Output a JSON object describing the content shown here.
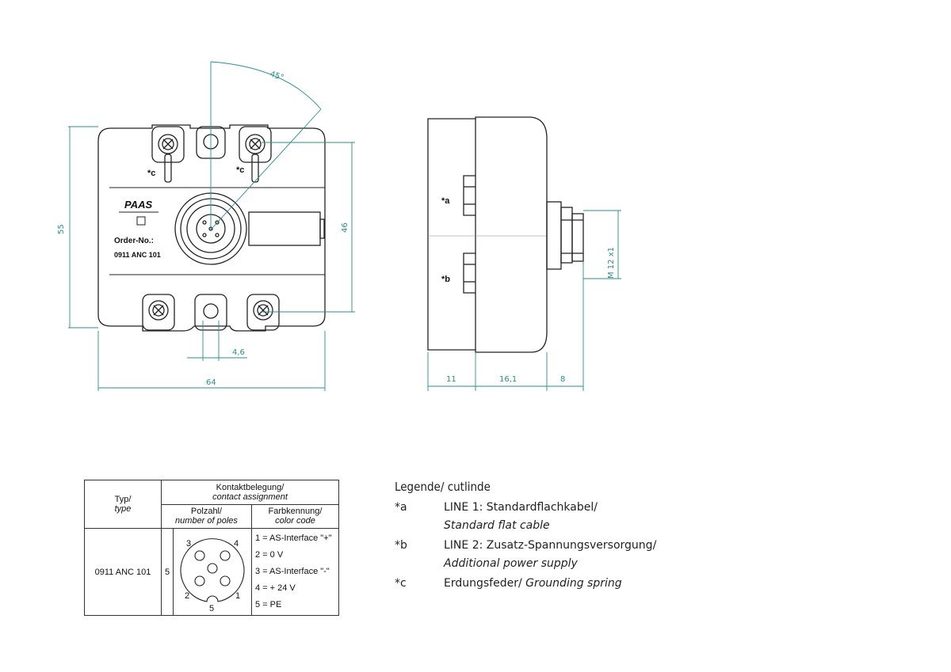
{
  "front_view": {
    "brand": "PAAS",
    "order_label": "Order-No.:",
    "order_number": "0911  ANC  101",
    "ground_mark_left": "*c",
    "ground_mark_right": "*c",
    "dims": {
      "angle": "45°",
      "height": "55",
      "inner_height": "46",
      "width": "64",
      "slot": "4,6"
    }
  },
  "side_view": {
    "mark_a": "*a",
    "mark_b": "*b",
    "dims": {
      "depth_1": "11",
      "depth_2": "16,1",
      "depth_3": "8",
      "thread": "M 12 x1"
    }
  },
  "table": {
    "col_type_de": "Typ/",
    "col_type_en": "type",
    "group_de": "Kontaktbelegung/",
    "group_en": "contact assignment",
    "poles_de": "Polzahl/",
    "poles_en": "number of poles",
    "color_de": "Farbkennung/",
    "color_en": "color code",
    "type_value": "0911 ANC 101",
    "poles_value": "5",
    "pin_labels": [
      "3",
      "4",
      "2",
      "5",
      "1"
    ],
    "codes": [
      "1 = AS-Interface \"+\"",
      "2 = 0 V",
      "3 = AS-Interface \"-\"",
      "4 = + 24 V",
      "5 = PE"
    ]
  },
  "legend": {
    "title": "Legende/ cutlinde",
    "items": [
      {
        "key": "*a",
        "text": "LINE 1: Standardflachkabel/",
        "sub": "Standard flat cable"
      },
      {
        "key": "*b",
        "text": "LINE 2: Zusatz-Spannungsversorgung/",
        "sub": "Additional power supply"
      },
      {
        "key": "*c",
        "text": "Erdungsfeder/ ",
        "text_it": "Grounding spring"
      }
    ]
  },
  "colors": {
    "line": "#222222",
    "dimension": "#2a8f8a"
  }
}
